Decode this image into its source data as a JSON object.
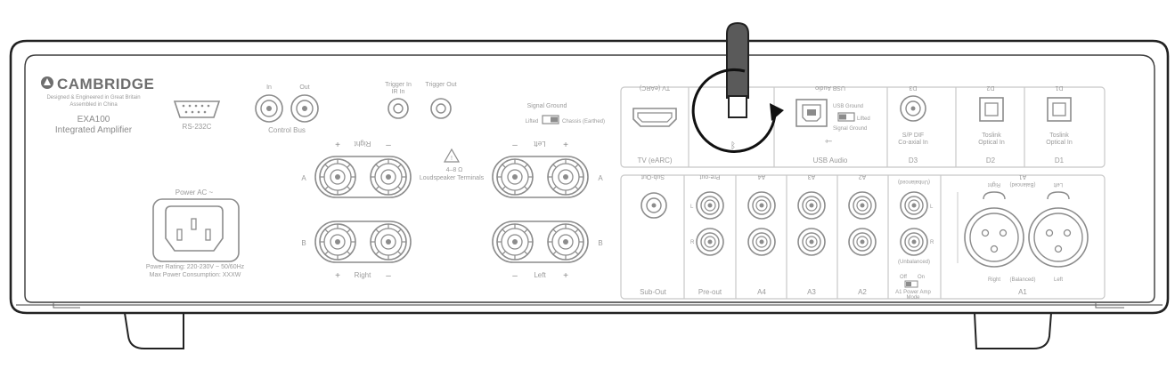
{
  "brand": {
    "name": "CAMBRIDGE",
    "designed": "Designed & Engineered in Great Britain",
    "assembled": "Assembled in China",
    "model": "EXA100",
    "model_desc": "Integrated Amplifier"
  },
  "connectors": {
    "rs232": "RS-232C",
    "control_in": "In",
    "control_out": "Out",
    "control_bus": "Control Bus",
    "trigger_in": "Trigger In",
    "ir_in": "IR In",
    "trigger_out": "Trigger Out",
    "signal_ground": "Signal Ground",
    "lifted": "Lifted",
    "chassis": "Chassis (Earthed)",
    "power_ac": "Power AC ~",
    "power_rating": "Power Rating: 220-230V ~ 50/60Hz",
    "max_power": "Max Power Consumption: XXXW"
  },
  "speakers": {
    "plus": "+",
    "minus": "–",
    "right": "Right",
    "left": "Left",
    "a": "A",
    "b": "B",
    "impedance": "4–8 Ω",
    "terminals": "Loudspeaker Terminals",
    "mirrored_right": "Right",
    "mirrored_left": "Left"
  },
  "panel": {
    "tv_earc": "TV (eARC)",
    "usb_audio": "USB Audio",
    "usb_ground": "USB Ground",
    "signal_ground": "Signal Ground",
    "lifted": "Lifted",
    "d3": "D3",
    "d2": "D2",
    "d1": "D1",
    "spdif": "S/P DIF",
    "coaxial": "Co-axial In",
    "toslink": "Toslink",
    "optical": "Optical In",
    "sub_out": "Sub-Out",
    "pre_out": "Pre-out",
    "a4": "A4",
    "a3": "A3",
    "a2": "A2",
    "a1": "A1",
    "l": "L",
    "r": "R",
    "unbalanced": "(Unbalanced)",
    "balanced": "(Balanced)",
    "right": "Right",
    "left": "Left",
    "off": "Off",
    "on": "On",
    "a1_mode_1": "A1 Power Amp",
    "a1_mode_2": "Mode"
  }
}
